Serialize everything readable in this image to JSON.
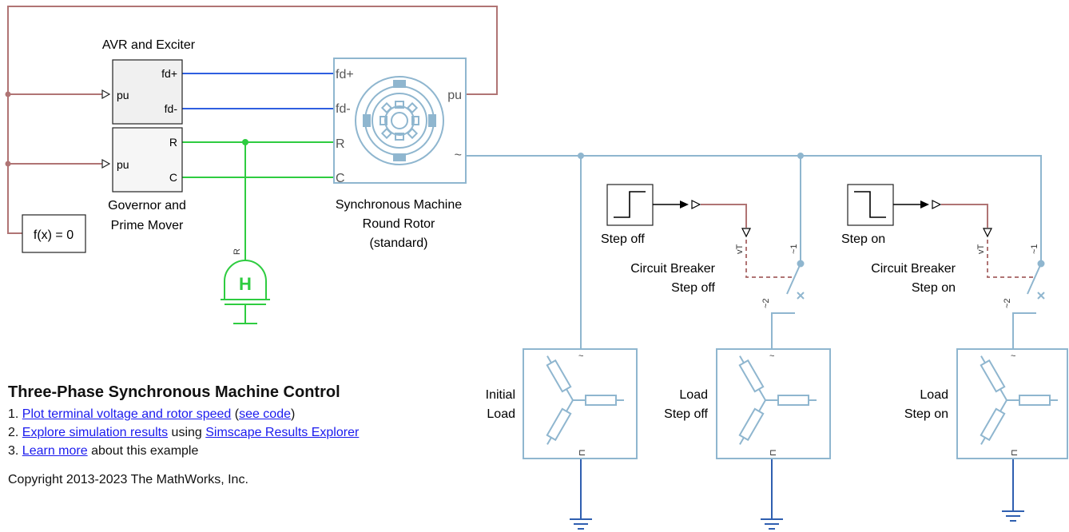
{
  "blocks": {
    "avr": {
      "title": "AVR and Exciter",
      "in_port": "pu",
      "out_ports": [
        "fd+",
        "fd-"
      ]
    },
    "governor": {
      "title_lines": [
        "Governor and",
        "Prime Mover"
      ],
      "in_port": "pu",
      "out_ports": [
        "R",
        "C"
      ]
    },
    "fx": {
      "label": "f(x) = 0"
    },
    "machine": {
      "title_lines": [
        "Synchronous Machine",
        "Round Rotor",
        "(standard)"
      ],
      "left_ports": [
        "fd+",
        "fd-",
        "R",
        "C"
      ],
      "right_ports": [
        "pu",
        "~"
      ]
    },
    "ref": {
      "port": "R",
      "symbol": "H"
    },
    "step_off": {
      "label": "Step off"
    },
    "step_on": {
      "label": "Step on"
    },
    "cb_off": {
      "title_lines": [
        "Circuit Breaker",
        "Step off"
      ],
      "ports": [
        "vT",
        "~1",
        "~2"
      ]
    },
    "cb_on": {
      "title_lines": [
        "Circuit Breaker",
        "Step on"
      ],
      "ports": [
        "vT",
        "~1",
        "~2"
      ]
    },
    "load_initial": {
      "title_lines": [
        "Initial",
        "Load"
      ]
    },
    "load_off": {
      "title_lines": [
        "Load",
        "Step off"
      ]
    },
    "load_on": {
      "title_lines": [
        "Load",
        "Step on"
      ]
    }
  },
  "doc": {
    "title": "Three-Phase Synchronous Machine Control",
    "items": [
      {
        "num": "1.",
        "link1": "Plot terminal voltage and rotor speed",
        "mid": " (",
        "link2": "see code",
        "end": ")"
      },
      {
        "num": "2.",
        "link1": "Explore simulation results",
        "mid": " using ",
        "link2": "Simscape Results Explorer",
        "end": ""
      },
      {
        "num": "3.",
        "link1": "Learn more",
        "mid": " about this example",
        "link2": "",
        "end": ""
      }
    ],
    "copyright": "Copyright 2013-2023 The MathWorks, Inc."
  }
}
